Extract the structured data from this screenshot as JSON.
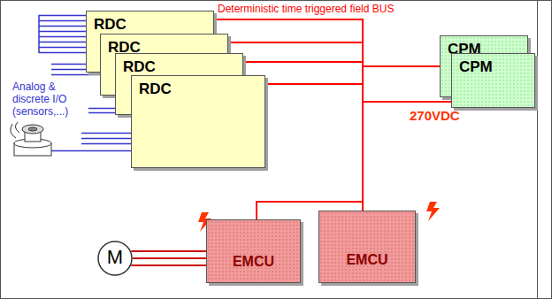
{
  "diagram": {
    "nodes": [
      {
        "text": [
          "RDC"
        ]
      },
      {
        "text": [
          "RDC"
        ]
      },
      {
        "text": [
          "RDC"
        ]
      },
      {
        "text": [
          "RDC"
        ]
      },
      {
        "text": [
          "CPM"
        ]
      },
      {
        "text": [
          "CPM"
        ]
      },
      {
        "text": [
          "EMCU"
        ]
      },
      {
        "text": [
          "EMCU"
        ]
      },
      {
        "text": [
          "M"
        ]
      }
    ],
    "edges": [
      {
        "from": 0,
        "to": 4,
        "arrow": "none"
      },
      {
        "from": 0,
        "to": 5,
        "arrow": "none"
      },
      {
        "from": 1,
        "to": 4,
        "arrow": "none"
      },
      {
        "from": 1,
        "to": 5,
        "arrow": "none"
      },
      {
        "from": 2,
        "to": 4,
        "arrow": "none"
      },
      {
        "from": 2,
        "to": 5,
        "arrow": "none"
      },
      {
        "from": 3,
        "to": 4,
        "arrow": "none"
      },
      {
        "from": 3,
        "to": 5,
        "arrow": "none"
      },
      {
        "from": 6,
        "to": 4,
        "arrow": "none"
      },
      {
        "from": 6,
        "to": 5,
        "arrow": "none"
      },
      {
        "from": 7,
        "to": 4,
        "arrow": "none"
      },
      {
        "from": 7,
        "to": 5,
        "arrow": "none"
      },
      {
        "from": 8,
        "to": 6,
        "arrow": "none"
      }
    ],
    "labels": [
      "Deterministic time triggered field BUS",
      "Analog & discrete I/O (sensors,...)",
      "270VDC"
    ]
  }
}
